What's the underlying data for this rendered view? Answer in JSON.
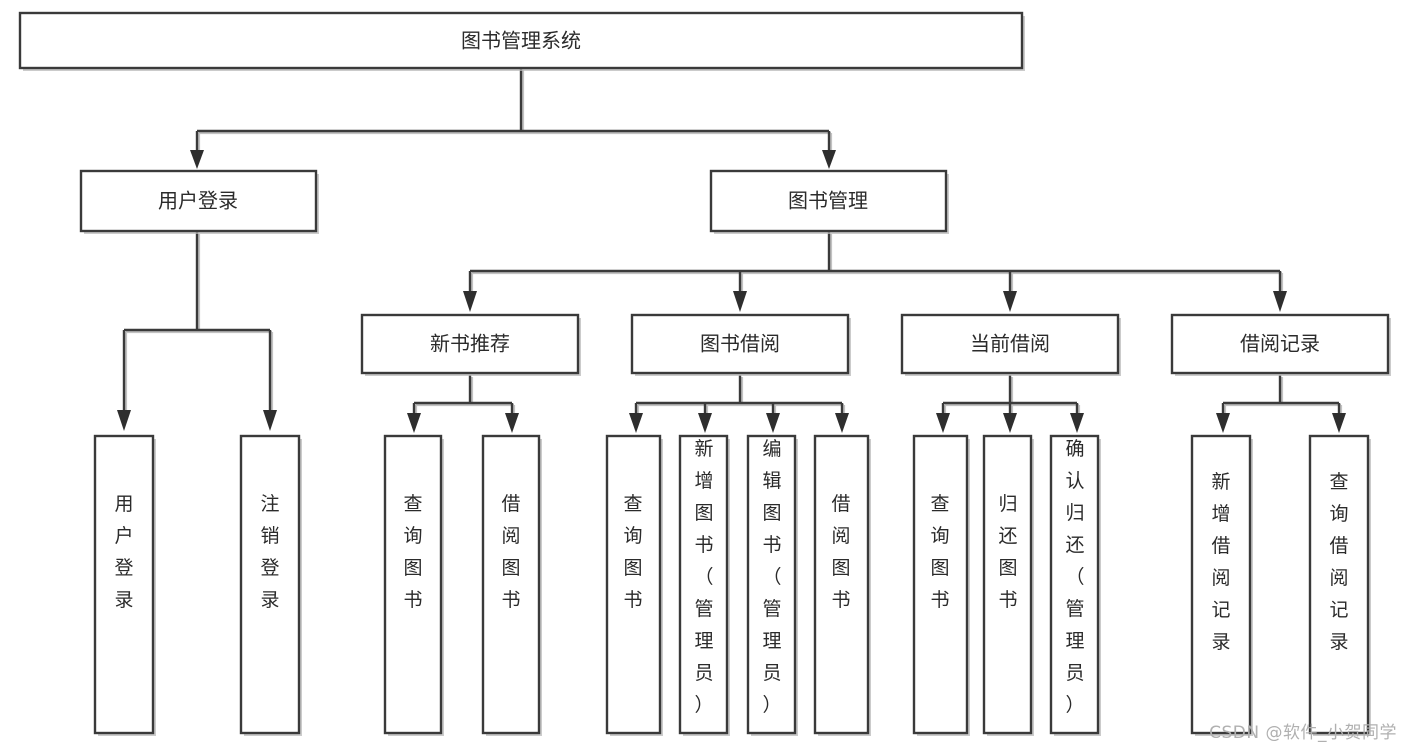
{
  "diagram": {
    "type": "tree",
    "title": "图书管理系统",
    "orientation": "top-down",
    "watermark": "CSDN @软件_小贺同学",
    "colors": {
      "box_fill": "#ffffff",
      "box_stroke": "#3a3a3a",
      "text": "#2b2b2b",
      "shadow": "#b9b9b9",
      "watermark": "#b0b0b0",
      "background": "#ffffff"
    },
    "levels": [
      {
        "level": 1,
        "nodes": [
          {
            "id": "root",
            "label": "图书管理系统",
            "orientation": "horizontal"
          }
        ]
      },
      {
        "level": 2,
        "nodes": [
          {
            "id": "user-login",
            "label": "用户登录",
            "parent": "root",
            "orientation": "horizontal"
          },
          {
            "id": "book-manage",
            "label": "图书管理",
            "parent": "root",
            "orientation": "horizontal"
          }
        ]
      },
      {
        "level": 3,
        "nodes": [
          {
            "id": "new-book-rec",
            "label": "新书推荐",
            "parent": "book-manage",
            "orientation": "horizontal"
          },
          {
            "id": "book-borrow",
            "label": "图书借阅",
            "parent": "book-manage",
            "orientation": "horizontal"
          },
          {
            "id": "current-borrow",
            "label": "当前借阅",
            "parent": "book-manage",
            "orientation": "horizontal"
          },
          {
            "id": "borrow-record",
            "label": "借阅记录",
            "parent": "book-manage",
            "orientation": "horizontal"
          }
        ]
      },
      {
        "level": 4,
        "nodes": [
          {
            "id": "leaf-user-login",
            "label": "用户登录",
            "parent": "user-login",
            "orientation": "vertical"
          },
          {
            "id": "leaf-user-logout",
            "label": "注销登录",
            "parent": "user-login",
            "orientation": "vertical"
          },
          {
            "id": "leaf-rec-query",
            "label": "查询图书",
            "parent": "new-book-rec",
            "orientation": "vertical"
          },
          {
            "id": "leaf-rec-borrow",
            "label": "借阅图书",
            "parent": "new-book-rec",
            "orientation": "vertical"
          },
          {
            "id": "leaf-borrow-query",
            "label": "查询图书",
            "parent": "book-borrow",
            "orientation": "vertical"
          },
          {
            "id": "leaf-borrow-add",
            "label": "新增图书（管理员）",
            "parent": "book-borrow",
            "orientation": "vertical"
          },
          {
            "id": "leaf-borrow-edit",
            "label": "编辑图书（管理员）",
            "parent": "book-borrow",
            "orientation": "vertical"
          },
          {
            "id": "leaf-borrow-lend",
            "label": "借阅图书",
            "parent": "book-borrow",
            "orientation": "vertical"
          },
          {
            "id": "leaf-current-query",
            "label": "查询图书",
            "parent": "current-borrow",
            "orientation": "vertical"
          },
          {
            "id": "leaf-current-return",
            "label": "归还图书",
            "parent": "current-borrow",
            "orientation": "vertical"
          },
          {
            "id": "leaf-current-confirm",
            "label": "确认归还（管理员）",
            "parent": "current-borrow",
            "orientation": "vertical"
          },
          {
            "id": "leaf-record-add",
            "label": "新增借阅记录",
            "parent": "borrow-record",
            "orientation": "vertical"
          },
          {
            "id": "leaf-record-query",
            "label": "查询借阅记录",
            "parent": "borrow-record",
            "orientation": "vertical"
          }
        ]
      }
    ]
  }
}
